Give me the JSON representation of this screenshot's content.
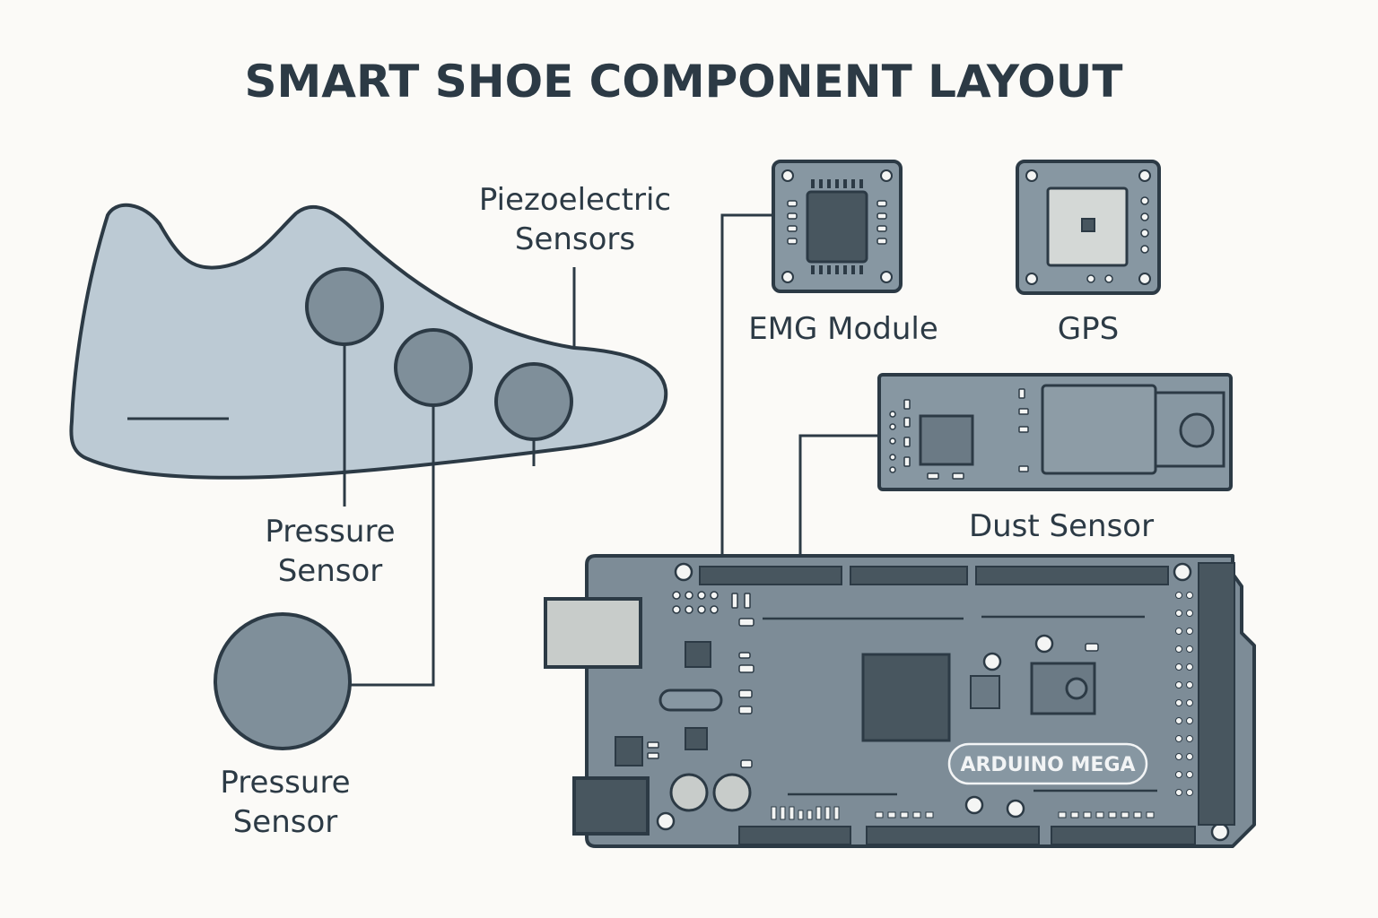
{
  "title": "SMART SHOE COMPONENT LAYOUT",
  "labels": {
    "piezo_line1": "Piezoelectric",
    "piezo_line2": "Sensors",
    "emg": "EMG Module",
    "gps": "GPS",
    "dust": "Dust Sensor",
    "pressure_shoe_line1": "Pressure",
    "pressure_shoe_line2": "Sensor",
    "pressure_ext_line1": "Pressure",
    "pressure_ext_line2": "Sensor",
    "board": "ARDUINO MEGA"
  },
  "colors": {
    "background": "#fbfaf7",
    "outline": "#2c3a45",
    "shoe_fill": "#bccad4",
    "sensor_fill": "#7f8f9a",
    "board_fill": "#7d8c97",
    "module_fill": "#8797a2"
  }
}
